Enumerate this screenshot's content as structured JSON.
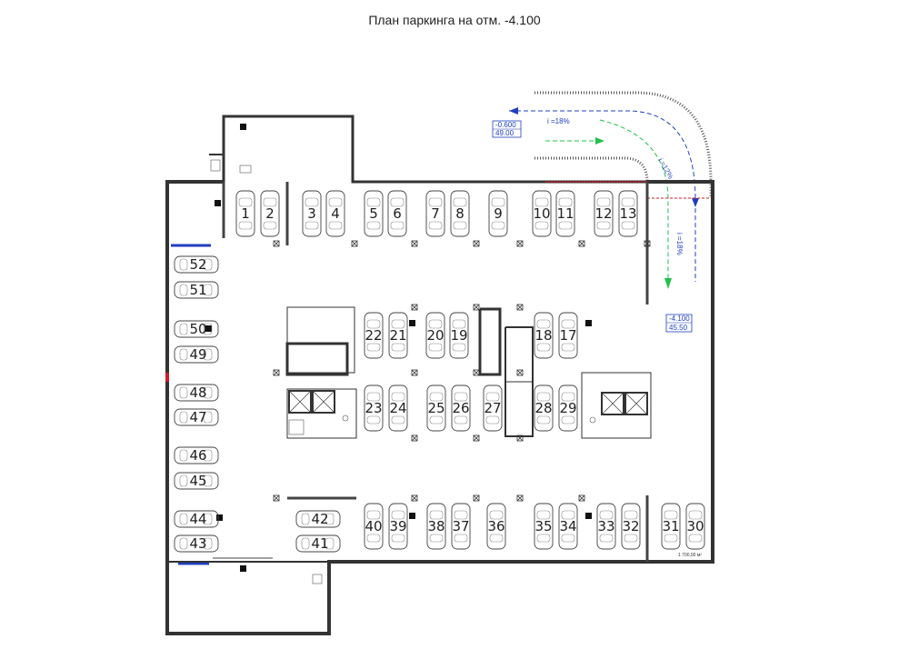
{
  "title": "План паркинга на отм. -4.100",
  "colors": {
    "wall": "#333333",
    "blue": "#1f3fbf",
    "green": "#22c04a",
    "red": "#d01b2a",
    "magenta": "#c81a5b",
    "grey": "#b0b0b0"
  },
  "entry_level": {
    "elev": "-0.600",
    "mark": "49.00"
  },
  "floor_level": {
    "elev": "-4.100",
    "mark": "45.50"
  },
  "slopes": {
    "blue_top": "i =18%",
    "green": "i =12%",
    "blue_right": "i =18%"
  },
  "area_label": "1 700,00 м²",
  "spots_top": [
    "1",
    "2",
    "3",
    "4",
    "5",
    "6",
    "7",
    "8",
    "9",
    "10",
    "11",
    "12",
    "13"
  ],
  "spots_mid_upper": [
    "22",
    "21",
    "20",
    "19",
    "18",
    "17"
  ],
  "spots_mid_lower": [
    "23",
    "24",
    "25",
    "26",
    "27",
    "28",
    "29"
  ],
  "spots_bottom": [
    "40",
    "39",
    "38",
    "37",
    "36",
    "35",
    "34",
    "33",
    "32",
    "31",
    "30"
  ],
  "spots_left": [
    "52",
    "51",
    "50",
    "49",
    "48",
    "47",
    "46",
    "45",
    "44",
    "43"
  ],
  "spots_inner": [
    "42",
    "41"
  ]
}
